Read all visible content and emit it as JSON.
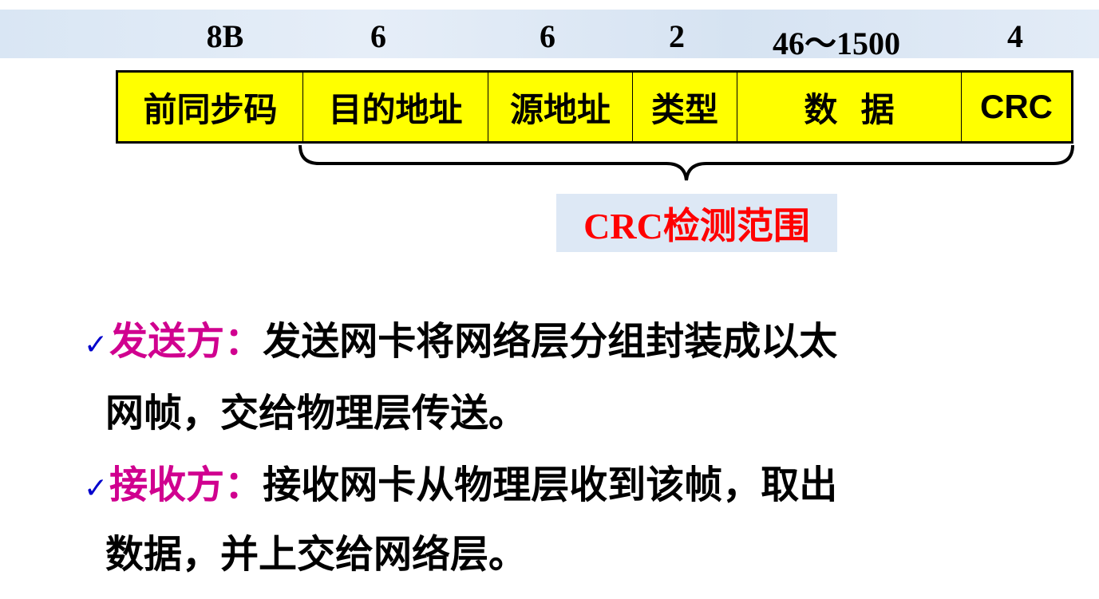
{
  "frame": {
    "sizes": [
      "8B",
      "6",
      "6",
      "2",
      "46～1500",
      "4"
    ],
    "fields": [
      "前同步码",
      "目的地址",
      "源地址",
      "类型",
      "数  据",
      "CRC"
    ]
  },
  "crc_range_label": "CRC检测范围",
  "bullets": [
    {
      "icon": "checkmark",
      "key": "发送方：",
      "line1": "发送网卡将网络层分组封装成以太",
      "line2": "网帧，交给物理层传送。"
    },
    {
      "icon": "checkmark",
      "key": "接收方：",
      "line1": "接收网卡从物理层收到该帧，取出",
      "line2": "数据，并上交给网络层。"
    }
  ],
  "colors": {
    "field_fill": "#ffff00",
    "crc_label": "#ff0000",
    "key_text": "#d0008f",
    "check": "#0000cc"
  }
}
